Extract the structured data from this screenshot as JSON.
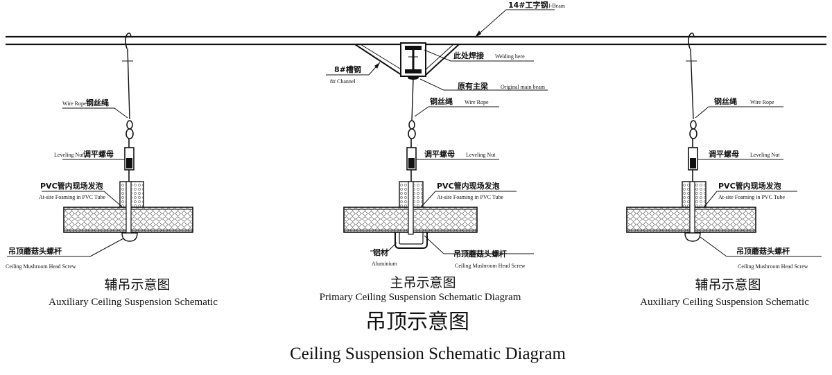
{
  "beam": {
    "label_cn": "14#工字钢",
    "label_en": "I-Beam"
  },
  "center": {
    "welding_cn": "此处焊接",
    "welding_en": "Welding here",
    "channel_cn": "8#槽钢",
    "channel_en": "8# Channel",
    "mainbeam_cn": "原有主梁",
    "mainbeam_en": "Original main beam",
    "rope_cn": "钢丝绳",
    "rope_en": "Wire Rope",
    "nut_cn": "调平螺母",
    "nut_en": "Leveling Nut",
    "pvc_cn": "PVC管内现场发泡",
    "pvc_en": "At-site Foaming in PVC Tube",
    "alu_cn": "铝材",
    "alu_en": "Aluminium",
    "screw_cn": "吊顶蘑菇头螺杆",
    "screw_en": "Ceiling Mushroom Head Screw",
    "caption_cn": "主吊示意图",
    "caption_en": "Primary Ceiling Suspension Schematic Diagram"
  },
  "left": {
    "rope_en": "Wire Rope",
    "rope_cn": "钢丝绳",
    "nut_en": "Leveling Nut",
    "nut_cn": "调平螺母",
    "pvc_cn": "PVC管内现场发泡",
    "pvc_en": "At-site Foaming in PVC Tube",
    "screw_cn": "吊顶蘑菇头螺杆",
    "screw_en": "Ceiling Mushroom Head Screw",
    "caption_cn": "辅吊示意图",
    "caption_en": "Auxiliary Ceiling Suspension Schematic"
  },
  "right": {
    "rope_cn": "钢丝绳",
    "rope_en": "Wire Rope",
    "nut_cn": "调平螺母",
    "nut_en": "Leveling Nut",
    "pvc_cn": "PVC管内现场发泡",
    "pvc_en": "At-site Foaming in PVC Tube",
    "screw_cn": "吊顶蘑菇头螺杆",
    "screw_en": "Ceiling Mushroom Head Screw",
    "caption_cn": "辅吊示意图",
    "caption_en": "Auxiliary Ceiling Suspension Schematic"
  },
  "main_title": {
    "cn": "吊顶示意图",
    "en": "Ceiling Suspension Schematic Diagram"
  }
}
